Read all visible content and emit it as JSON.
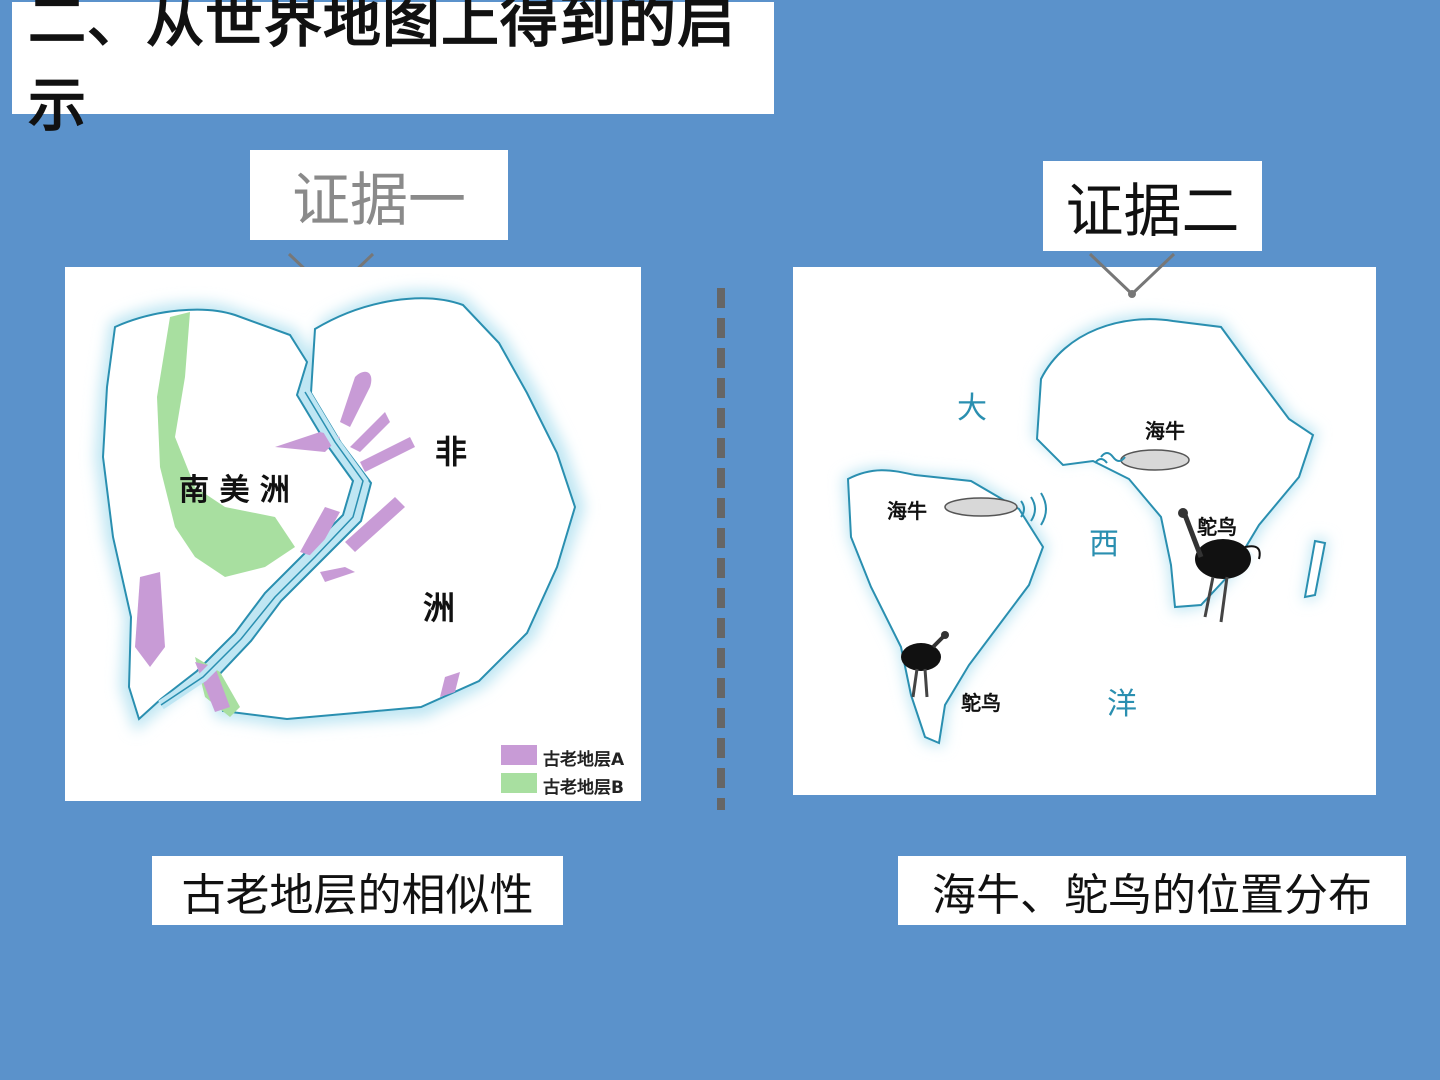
{
  "title": "二、从世界地图上得到的启示",
  "evidence1": {
    "label": "证据一",
    "caption": "古老地层的相似性",
    "map": {
      "south_america": "南 美 洲",
      "africa_1": "非",
      "africa_2": "洲",
      "legend": [
        {
          "label": "古老地层A",
          "color": "#c89bd6"
        },
        {
          "label": "古老地层B",
          "color": "#a8dfa0"
        }
      ]
    }
  },
  "evidence2": {
    "label": "证据二",
    "caption": "海牛、鸵鸟的位置分布",
    "map": {
      "ocean": [
        "大",
        "西",
        "洋"
      ],
      "manatee_africa": "海牛",
      "manatee_sa": "海牛",
      "ostrich_africa": "鸵鸟",
      "ostrich_sa": "鸵鸟"
    }
  },
  "colors": {
    "background": "#5b92cb",
    "land_outline": "#2a8fb0",
    "coast_glow": "#bfe6f3"
  }
}
